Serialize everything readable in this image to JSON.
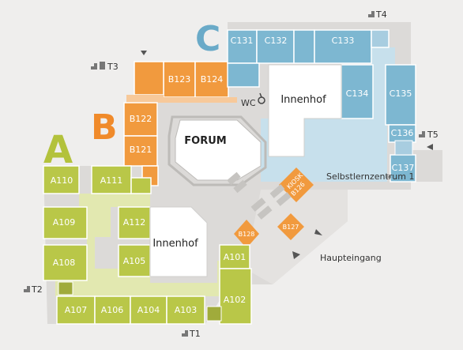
{
  "colors": {
    "wing_a": "#b9c748",
    "wing_a_light": "#e2e8b0",
    "wing_b": "#f19a3e",
    "wing_c": "#7db7d1",
    "wing_c_light": "#c7e0ec",
    "floor": "#dcdad8",
    "background": "#efeeed",
    "court": "#ffffff"
  },
  "wings": {
    "a": "A",
    "b": "B",
    "c": "C"
  },
  "rooms": {
    "a110": "A110",
    "a111": "A111",
    "a109": "A109",
    "a112": "A112",
    "a108": "A108",
    "a105": "A105",
    "a107": "A107",
    "a106": "A106",
    "a104": "A104",
    "a103": "A103",
    "a101": "A101",
    "a102": "A102",
    "b123": "B123",
    "b124": "B124",
    "b122": "B122",
    "b121": "B121",
    "b126": "B126",
    "b127": "B127",
    "b128": "B128",
    "c131": "C131",
    "c132": "C132",
    "c133": "C133",
    "c134": "C134",
    "c135": "C135",
    "c136": "C136",
    "c137": "C137"
  },
  "labels": {
    "innenhof_top": "Innenhof",
    "innenhof_bottom": "Innenhof",
    "forum": "FORUM",
    "kiosk": "KIOSK",
    "wc": "WC",
    "selbstlernzentrum": "Selbstlernzentrum 1",
    "haupteingang": "Haupteingang"
  },
  "stairs": {
    "t1": "T1",
    "t2": "T2",
    "t3": "T3",
    "t4": "T4",
    "t5": "T5"
  },
  "icons": [
    "stairs-icon",
    "elevator-icon",
    "wheelchair-icon",
    "entrance-arrow-icon"
  ]
}
